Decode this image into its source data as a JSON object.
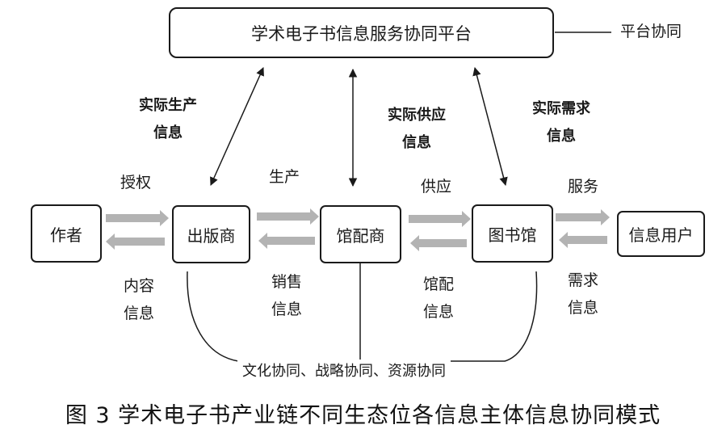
{
  "diagram": {
    "platform": "学术电子书信息服务协同平台",
    "platform_note": "平台协同",
    "nodes": {
      "author": "作者",
      "publisher": "出版商",
      "distributor": "馆配商",
      "library": "图书馆",
      "user": "信息用户"
    },
    "vertical_labels": {
      "production_l1": "实际生产",
      "production_l2": "信息",
      "supply_l1": "实际供应",
      "supply_l2": "信息",
      "demand_l1": "实际需求",
      "demand_l2": "信息"
    },
    "flow_labels": {
      "authorize": "授权",
      "content_l1": "内容",
      "content_l2": "信息",
      "produce": "生产",
      "sales_l1": "销售",
      "sales_l2": "信息",
      "supply": "供应",
      "lib_dist_l1": "馆配",
      "lib_dist_l2": "信息",
      "service": "服务",
      "demand_l1": "需求",
      "demand_l2": "信息"
    },
    "bottom_label": "文化协同、战略协同、资源协同",
    "caption": "图 3   学术电子书产业链不同生态位各信息主体信息协同模式"
  },
  "colors": {
    "line": "#1a1a1a",
    "flow_arrow": "#b3b3b3"
  }
}
